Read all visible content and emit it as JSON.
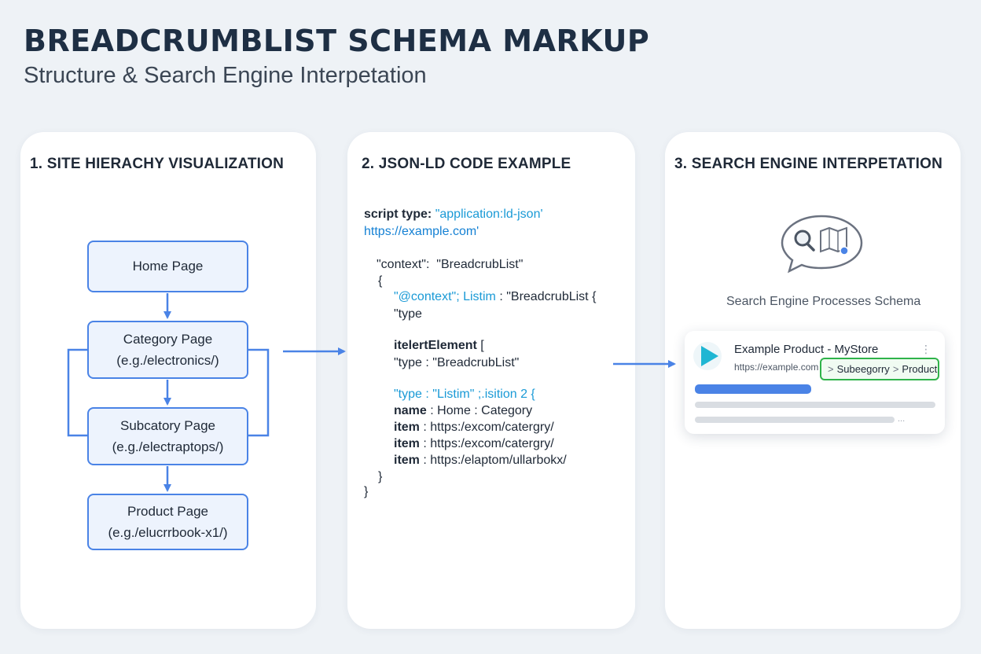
{
  "header": {
    "title": "BREADCRUMBLIST SCHEMA MARKUP",
    "subtitle": "Structure & Search Engine Interpetation"
  },
  "panels": {
    "hierarchy": {
      "title": "1. SITE HIERACHY VISUALIZATION",
      "nodes": [
        {
          "label": "Home Page",
          "path": ""
        },
        {
          "label": "Category Page",
          "path": "(e.g./electronics/)"
        },
        {
          "label": "Subcatory Page",
          "path": "(e.g./electraptops/)"
        },
        {
          "label": "Product Page",
          "path": "(e.g./elucrrbook-x1/)"
        }
      ]
    },
    "code": {
      "title": "2. JSON-LD CODE EXAMPLE",
      "script_keyword": "script type",
      "script_colon": ":",
      "script_type_value": "\"application:ld-json'",
      "script_url": "https://example.com'",
      "line_context_key": "\"context\"",
      "line_context_sep": ":",
      "line_context_val": "\"BreadcrubList\"",
      "brace_open": "{",
      "line_atcontext": "\"@context\"; Listim",
      "line_atcontext_sep": ":",
      "line_atcontext_val": "\"BreadcrubList {",
      "line_type": "\"type",
      "line_item_element": "itelertElement",
      "line_item_element_bracket": "[",
      "line_type_key": "\"type",
      "line_type_sep": ":",
      "line_type_val": "\"BreadcrubList\"",
      "line_listim": "\"type : \"Listim\" ;.isition 2 {",
      "rows": [
        {
          "key": "name",
          "sep": ":",
          "val": "Home : Category"
        },
        {
          "key": "item",
          "sep": ":",
          "val": "https:/excom/catergry/"
        },
        {
          "key": "item",
          "sep": ":",
          "val": "https:/excom/catergry/"
        },
        {
          "key": "item",
          "sep": ":",
          "val": "https:/elaptom/ullarbokx/"
        }
      ],
      "brace_close_inner": "}",
      "brace_close_outer": "}"
    },
    "search": {
      "title": "3. SEARCH ENGINE INTERPETATION",
      "caption": "Search Engine Processes Schema",
      "result_title": "Example Product - MyStore",
      "result_url": "https://example.com",
      "crumb_sep": ">",
      "crumb_1": "Subeegorry",
      "crumb_2": "Product",
      "more_dots": "⋮",
      "ellipsis": "..."
    }
  },
  "colors": {
    "accent_blue": "#4a83e6",
    "code_blue": "#1a9ad6",
    "highlight_green": "#2fb34a",
    "play_teal": "#1fb6d3"
  }
}
